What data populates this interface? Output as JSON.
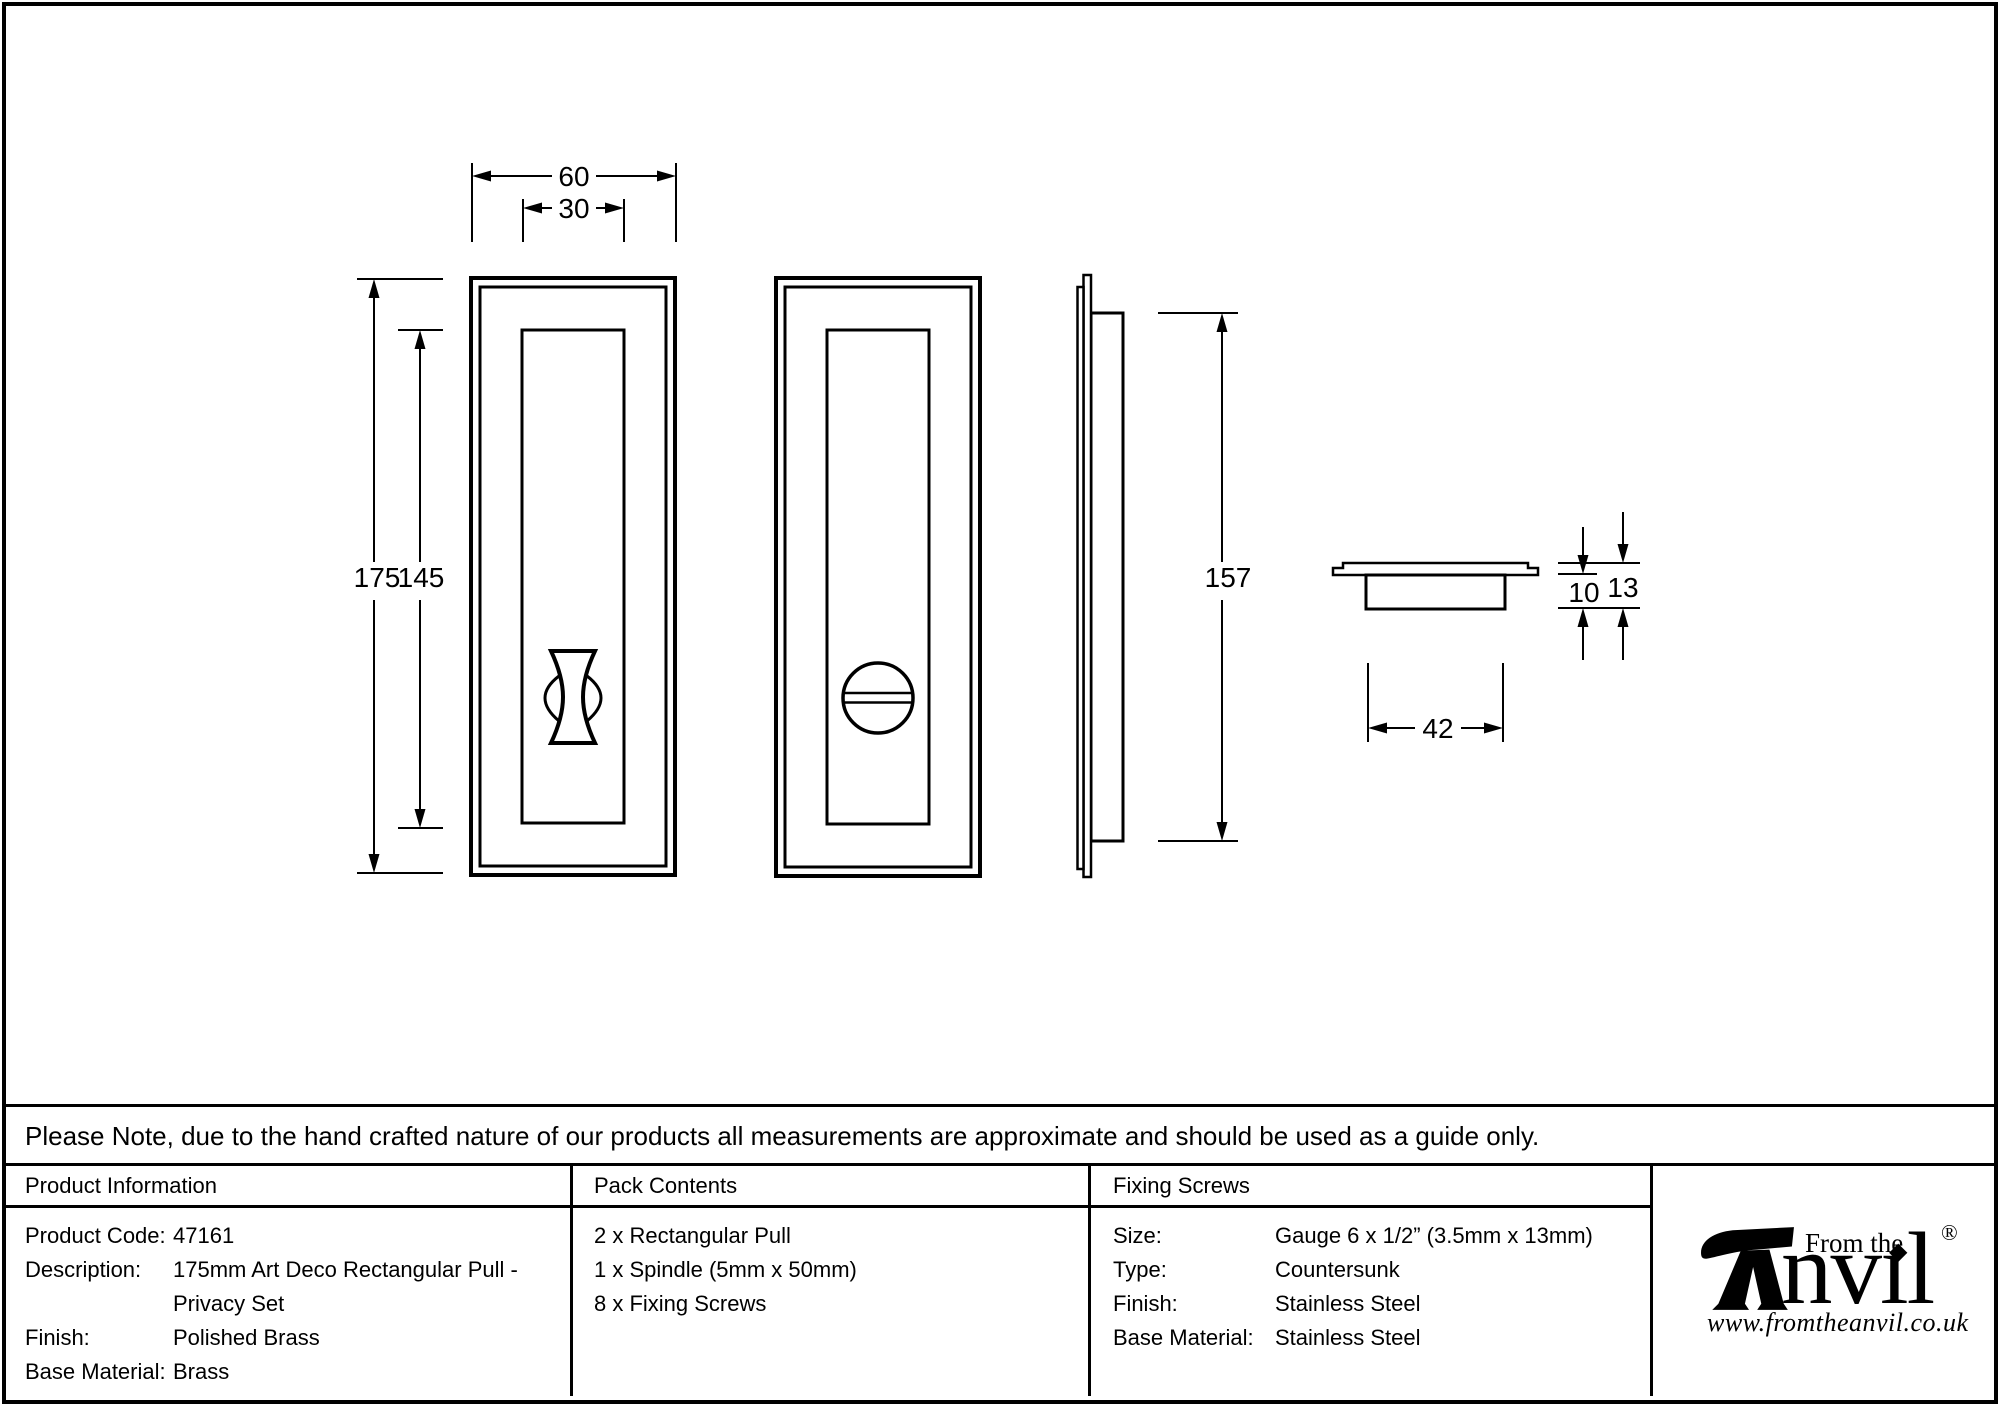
{
  "page": {
    "background": "#ffffff",
    "line_color": "#000000"
  },
  "note": {
    "text": "Please Note, due to the hand crafted nature of our products all measurements are approximate and should be used as a guide only."
  },
  "drawing": {
    "views": [
      "front view with thumbturn",
      "front view with coin release",
      "side profile",
      "top cross-section"
    ],
    "dims": {
      "overall_width": "60",
      "recess_width": "30",
      "overall_height": "175",
      "recess_height": "145",
      "body_height": "157",
      "body_width": "42",
      "body_depth": "10",
      "total_depth": "13"
    }
  },
  "table": {
    "product_info": {
      "header": "Product Information",
      "rows": [
        {
          "label": "Product Code:",
          "value": "47161"
        },
        {
          "label": "Description:",
          "value": "175mm Art Deco Rectangular Pull -"
        },
        {
          "label": "",
          "value": "Privacy Set"
        },
        {
          "label": "Finish:",
          "value": "Polished Brass"
        },
        {
          "label": "Base Material:",
          "value": "Brass"
        }
      ]
    },
    "pack_contents": {
      "header": "Pack Contents",
      "items": [
        "2 x Rectangular Pull",
        "1 x Spindle (5mm x 50mm)",
        "8 x Fixing Screws"
      ]
    },
    "fixing_screws": {
      "header": "Fixing Screws",
      "rows": [
        {
          "label": "Size:",
          "value": "Gauge 6 x 1/2” (3.5mm x 13mm)"
        },
        {
          "label": "Type:",
          "value": "Countersunk"
        },
        {
          "label": "Finish:",
          "value": "Stainless Steel"
        },
        {
          "label": "Base Material:",
          "value": "Stainless Steel"
        }
      ]
    }
  },
  "logo": {
    "tagline": "From the",
    "brand_rest": "nvıl",
    "diamond": "◆",
    "registered": "®",
    "website": "www.fromtheanvil.co.uk"
  }
}
